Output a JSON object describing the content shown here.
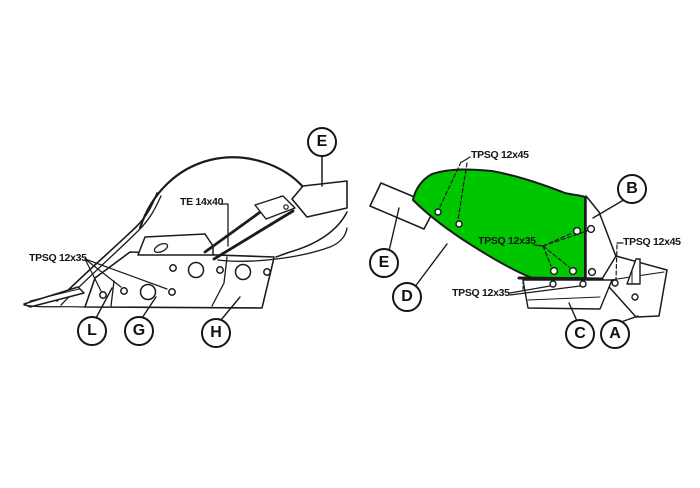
{
  "colors": {
    "moldboard_green": "#00c600",
    "line": "#1b1b1b",
    "background": "#ffffff"
  },
  "left_diagram": {
    "annotations": {
      "te_bolt": "TE 14x40",
      "tpsq_bolt": "TPSQ 12x35"
    },
    "labels": [
      "E",
      "L",
      "G",
      "H"
    ]
  },
  "right_diagram": {
    "annotations": {
      "tpsq45_top": "TPSQ 12x45",
      "tpsq35_mid": "TPSQ 12x35",
      "tpsq45_right": "TPSQ 12x45",
      "tpsq35_bottom": "TPSQ 12x35"
    },
    "labels": [
      "B",
      "E",
      "D",
      "C",
      "A"
    ]
  }
}
